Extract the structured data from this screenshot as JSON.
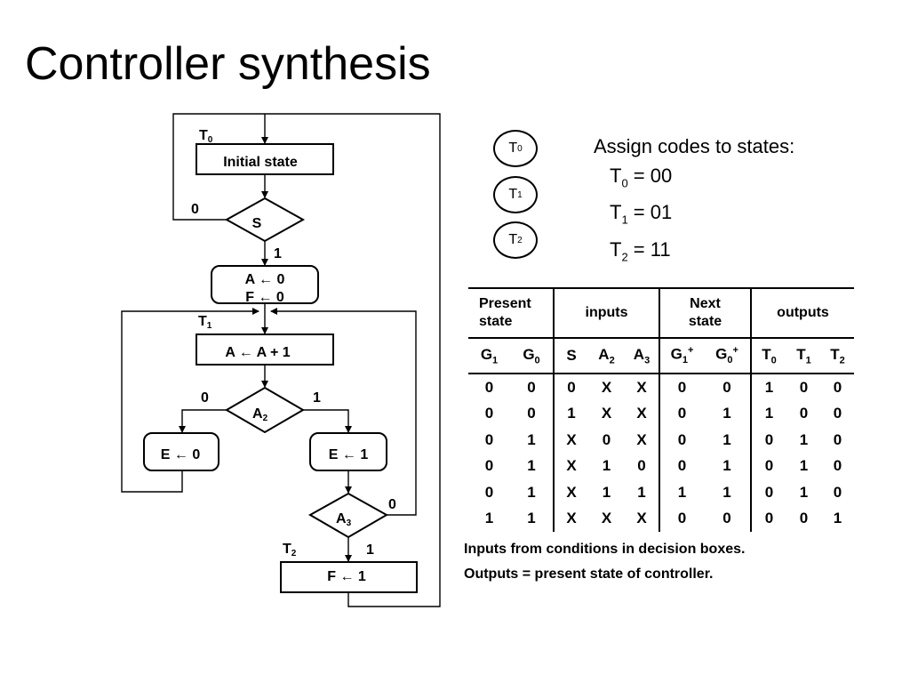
{
  "title": "Controller synthesis",
  "flowchart": {
    "state_labels": {
      "t0": "T",
      "t0_sub": "0",
      "t1": "T",
      "t1_sub": "1",
      "t2": "T",
      "t2_sub": "2"
    },
    "initial_state": "Initial state",
    "decision_s": "S",
    "s_no": "0",
    "s_yes": "1",
    "assign_a0": "A ←  0",
    "assign_f0": "F ←  0",
    "assign_inc": "A ←  A + 1",
    "decision_a2": "A",
    "decision_a2_sub": "2",
    "a2_no": "0",
    "a2_yes": "1",
    "assign_e0": "E ←  0",
    "assign_e1": "E ←  1",
    "decision_a3": "A",
    "decision_a3_sub": "3",
    "a3_no": "0",
    "a3_yes": "1",
    "assign_f1": "F ←  1"
  },
  "states": [
    {
      "name": "T",
      "sub": "0"
    },
    {
      "name": "T",
      "sub": "1"
    },
    {
      "name": "T",
      "sub": "2"
    }
  ],
  "assign": {
    "heading": "Assign codes to states:",
    "lines": [
      {
        "name": "T",
        "sub": "0",
        "code": " = 00"
      },
      {
        "name": "T",
        "sub": "1",
        "code": " = 01"
      },
      {
        "name": "T",
        "sub": "2",
        "code": " = 11"
      }
    ]
  },
  "table": {
    "group_headers": {
      "present_line1": "Present",
      "present_line2": "state",
      "inputs": "inputs",
      "next_line1": "Next",
      "next_line2": "state",
      "outputs": "outputs"
    },
    "columns": [
      {
        "name": "G",
        "sub": "1",
        "sup": ""
      },
      {
        "name": "G",
        "sub": "0",
        "sup": ""
      },
      {
        "name": "S",
        "sub": "",
        "sup": ""
      },
      {
        "name": "A",
        "sub": "2",
        "sup": ""
      },
      {
        "name": "A",
        "sub": "3",
        "sup": ""
      },
      {
        "name": "G",
        "sub": "1",
        "sup": "+"
      },
      {
        "name": "G",
        "sub": "0",
        "sup": "+"
      },
      {
        "name": "T",
        "sub": "0",
        "sup": ""
      },
      {
        "name": "T",
        "sub": "1",
        "sup": ""
      },
      {
        "name": "T",
        "sub": "2",
        "sup": ""
      }
    ],
    "rows": [
      [
        "0",
        "0",
        "0",
        "X",
        "X",
        "0",
        "0",
        "1",
        "0",
        "0"
      ],
      [
        "0",
        "0",
        "1",
        "X",
        "X",
        "0",
        "1",
        "1",
        "0",
        "0"
      ],
      [
        "0",
        "1",
        "X",
        "0",
        "X",
        "0",
        "1",
        "0",
        "1",
        "0"
      ],
      [
        "0",
        "1",
        "X",
        "1",
        "0",
        "0",
        "1",
        "0",
        "1",
        "0"
      ],
      [
        "0",
        "1",
        "X",
        "1",
        "1",
        "1",
        "1",
        "0",
        "1",
        "0"
      ],
      [
        "1",
        "1",
        "X",
        "X",
        "X",
        "0",
        "0",
        "0",
        "0",
        "1"
      ]
    ]
  },
  "notes": [
    "Inputs from conditions in decision boxes.",
    "Outputs = present state of controller."
  ]
}
